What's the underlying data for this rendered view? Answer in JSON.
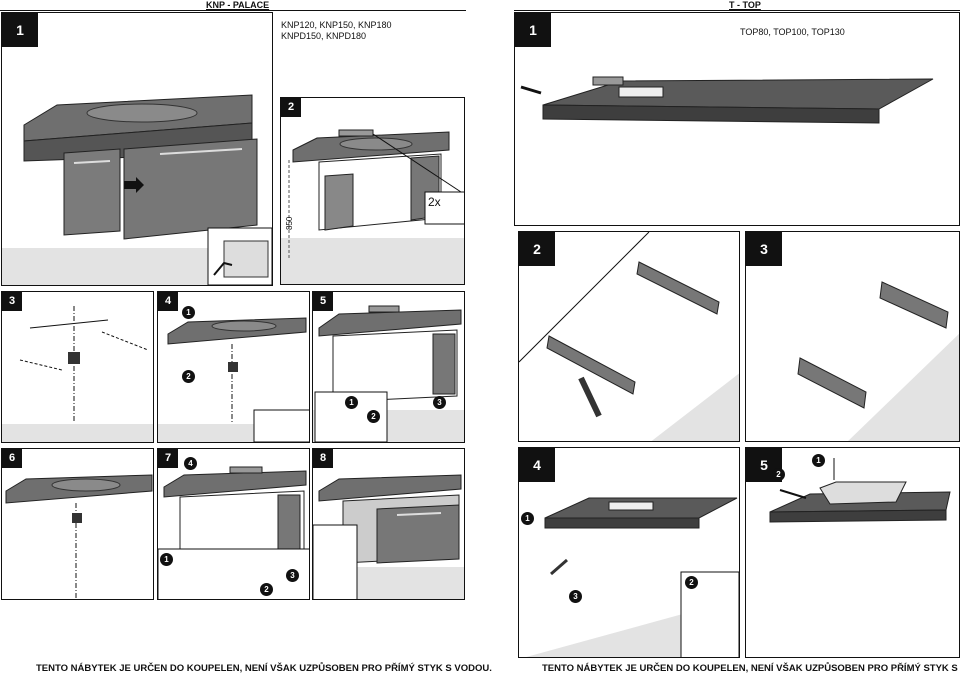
{
  "left": {
    "header": "KNP - PALACE",
    "models": [
      "KNP120, KNP150, KNP180",
      "KNPD150, KNPD180"
    ],
    "steps": [
      "1",
      "2",
      "3",
      "4",
      "5",
      "6",
      "7",
      "8"
    ],
    "dimension": "850",
    "multiplier": "2x",
    "footer": "TENTO NÁBYTEK JE URČEN DO KOUPELEN, NENÍ VŠAK UZPŮSOBEN PRO PŘÍMÝ STYK S VODOU."
  },
  "right": {
    "header": "T - TOP",
    "models": "TOP80, TOP100, TOP130",
    "steps": [
      "1",
      "2",
      "3",
      "4",
      "5"
    ],
    "footer": "TENTO NÁBYTEK JE URČEN DO KOUPELEN, NENÍ VŠAK UZPŮSOBEN PRO PŘÍMÝ STYK S VODOU."
  },
  "callouts": [
    "1",
    "2",
    "3",
    "4"
  ]
}
